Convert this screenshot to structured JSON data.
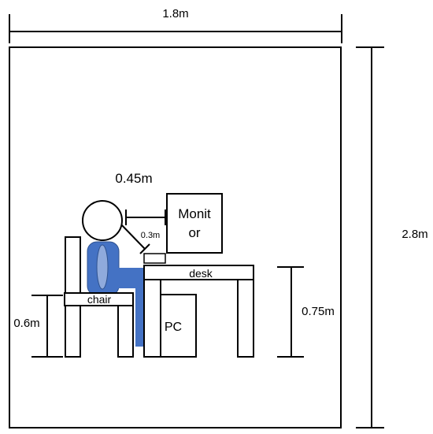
{
  "labels": {
    "room_width": "1.8m",
    "room_height": "2.8m",
    "eye_to_monitor": "0.45m",
    "eye_to_desk": "0.3m",
    "monitor_line1": "Monit",
    "monitor_line2": "or",
    "desk": "desk",
    "chair": "chair",
    "pc": "PC",
    "seat_height": "0.6m",
    "desk_height": "0.75m"
  },
  "colors": {
    "stroke": "#000000",
    "furniture_fill": "#ffffff",
    "person_body": "#4472c4",
    "person_stripe": "#8faadc"
  }
}
